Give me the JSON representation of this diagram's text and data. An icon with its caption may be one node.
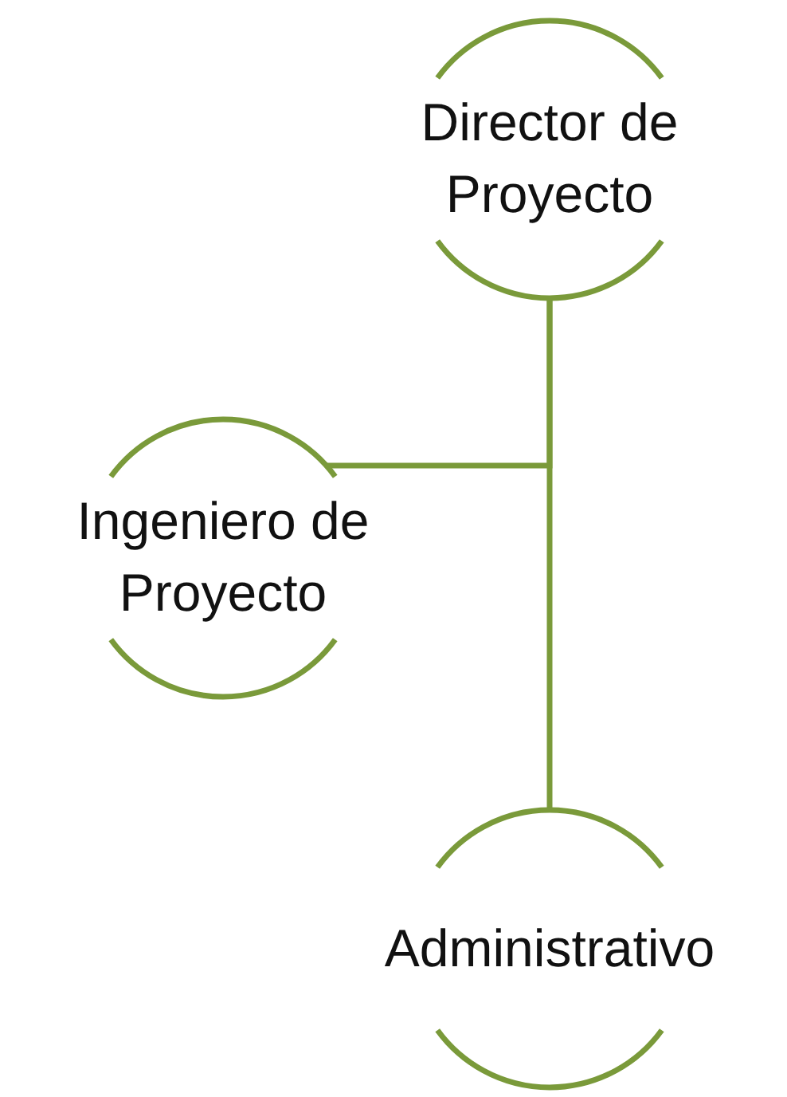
{
  "diagram": {
    "nodes": [
      {
        "text": [
          "Director de Proyecto"
        ]
      },
      {
        "text": [
          "Ingeniero de Proyecto"
        ]
      },
      {
        "text": [
          "Administrativo"
        ]
      }
    ],
    "edges": [
      {
        "from": 0,
        "to": 2,
        "arrow": "none"
      },
      {
        "from": 0,
        "to": 1,
        "arrow": "none"
      }
    ]
  }
}
